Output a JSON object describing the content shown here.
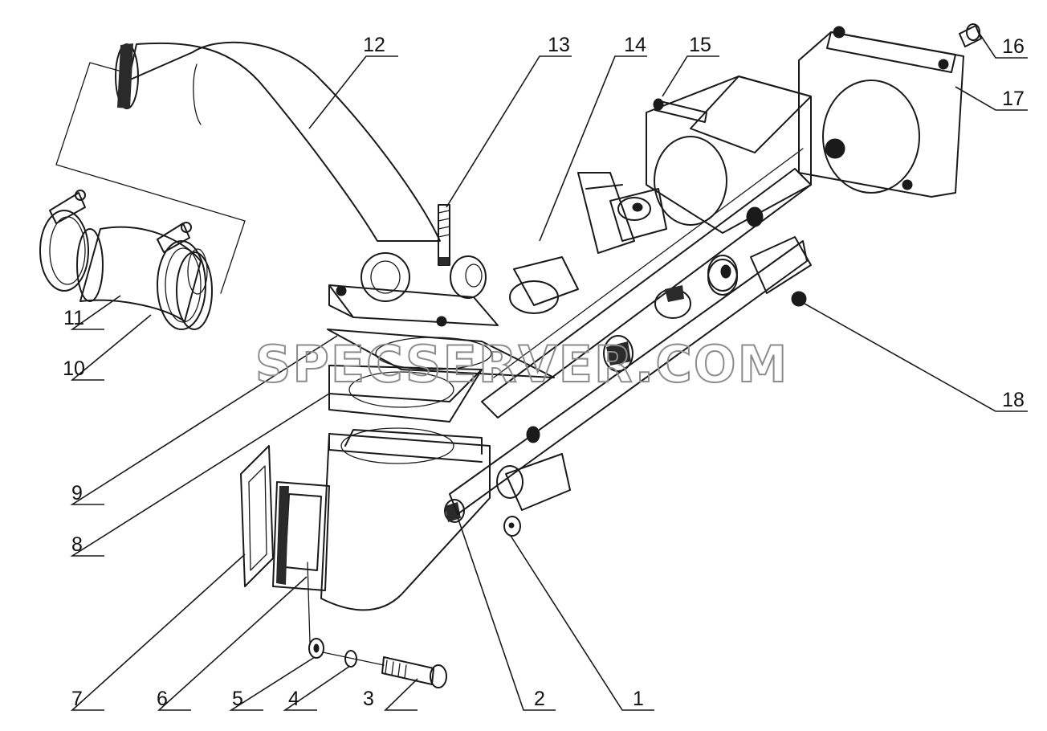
{
  "watermark": "SPECSERVER.COM",
  "callouts": [
    {
      "id": "c1",
      "label": "1"
    },
    {
      "id": "c2",
      "label": "2"
    },
    {
      "id": "c3",
      "label": "3"
    },
    {
      "id": "c4",
      "label": "4"
    },
    {
      "id": "c5",
      "label": "5"
    },
    {
      "id": "c6",
      "label": "6"
    },
    {
      "id": "c7",
      "label": "7"
    },
    {
      "id": "c8",
      "label": "8"
    },
    {
      "id": "c9",
      "label": "9"
    },
    {
      "id": "c10",
      "label": "10"
    },
    {
      "id": "c11",
      "label": "11"
    },
    {
      "id": "c12",
      "label": "12"
    },
    {
      "id": "c13",
      "label": "13"
    },
    {
      "id": "c14",
      "label": "14"
    },
    {
      "id": "c15",
      "label": "15"
    },
    {
      "id": "c16",
      "label": "16"
    },
    {
      "id": "c17",
      "label": "17"
    },
    {
      "id": "c18",
      "label": "18"
    }
  ]
}
